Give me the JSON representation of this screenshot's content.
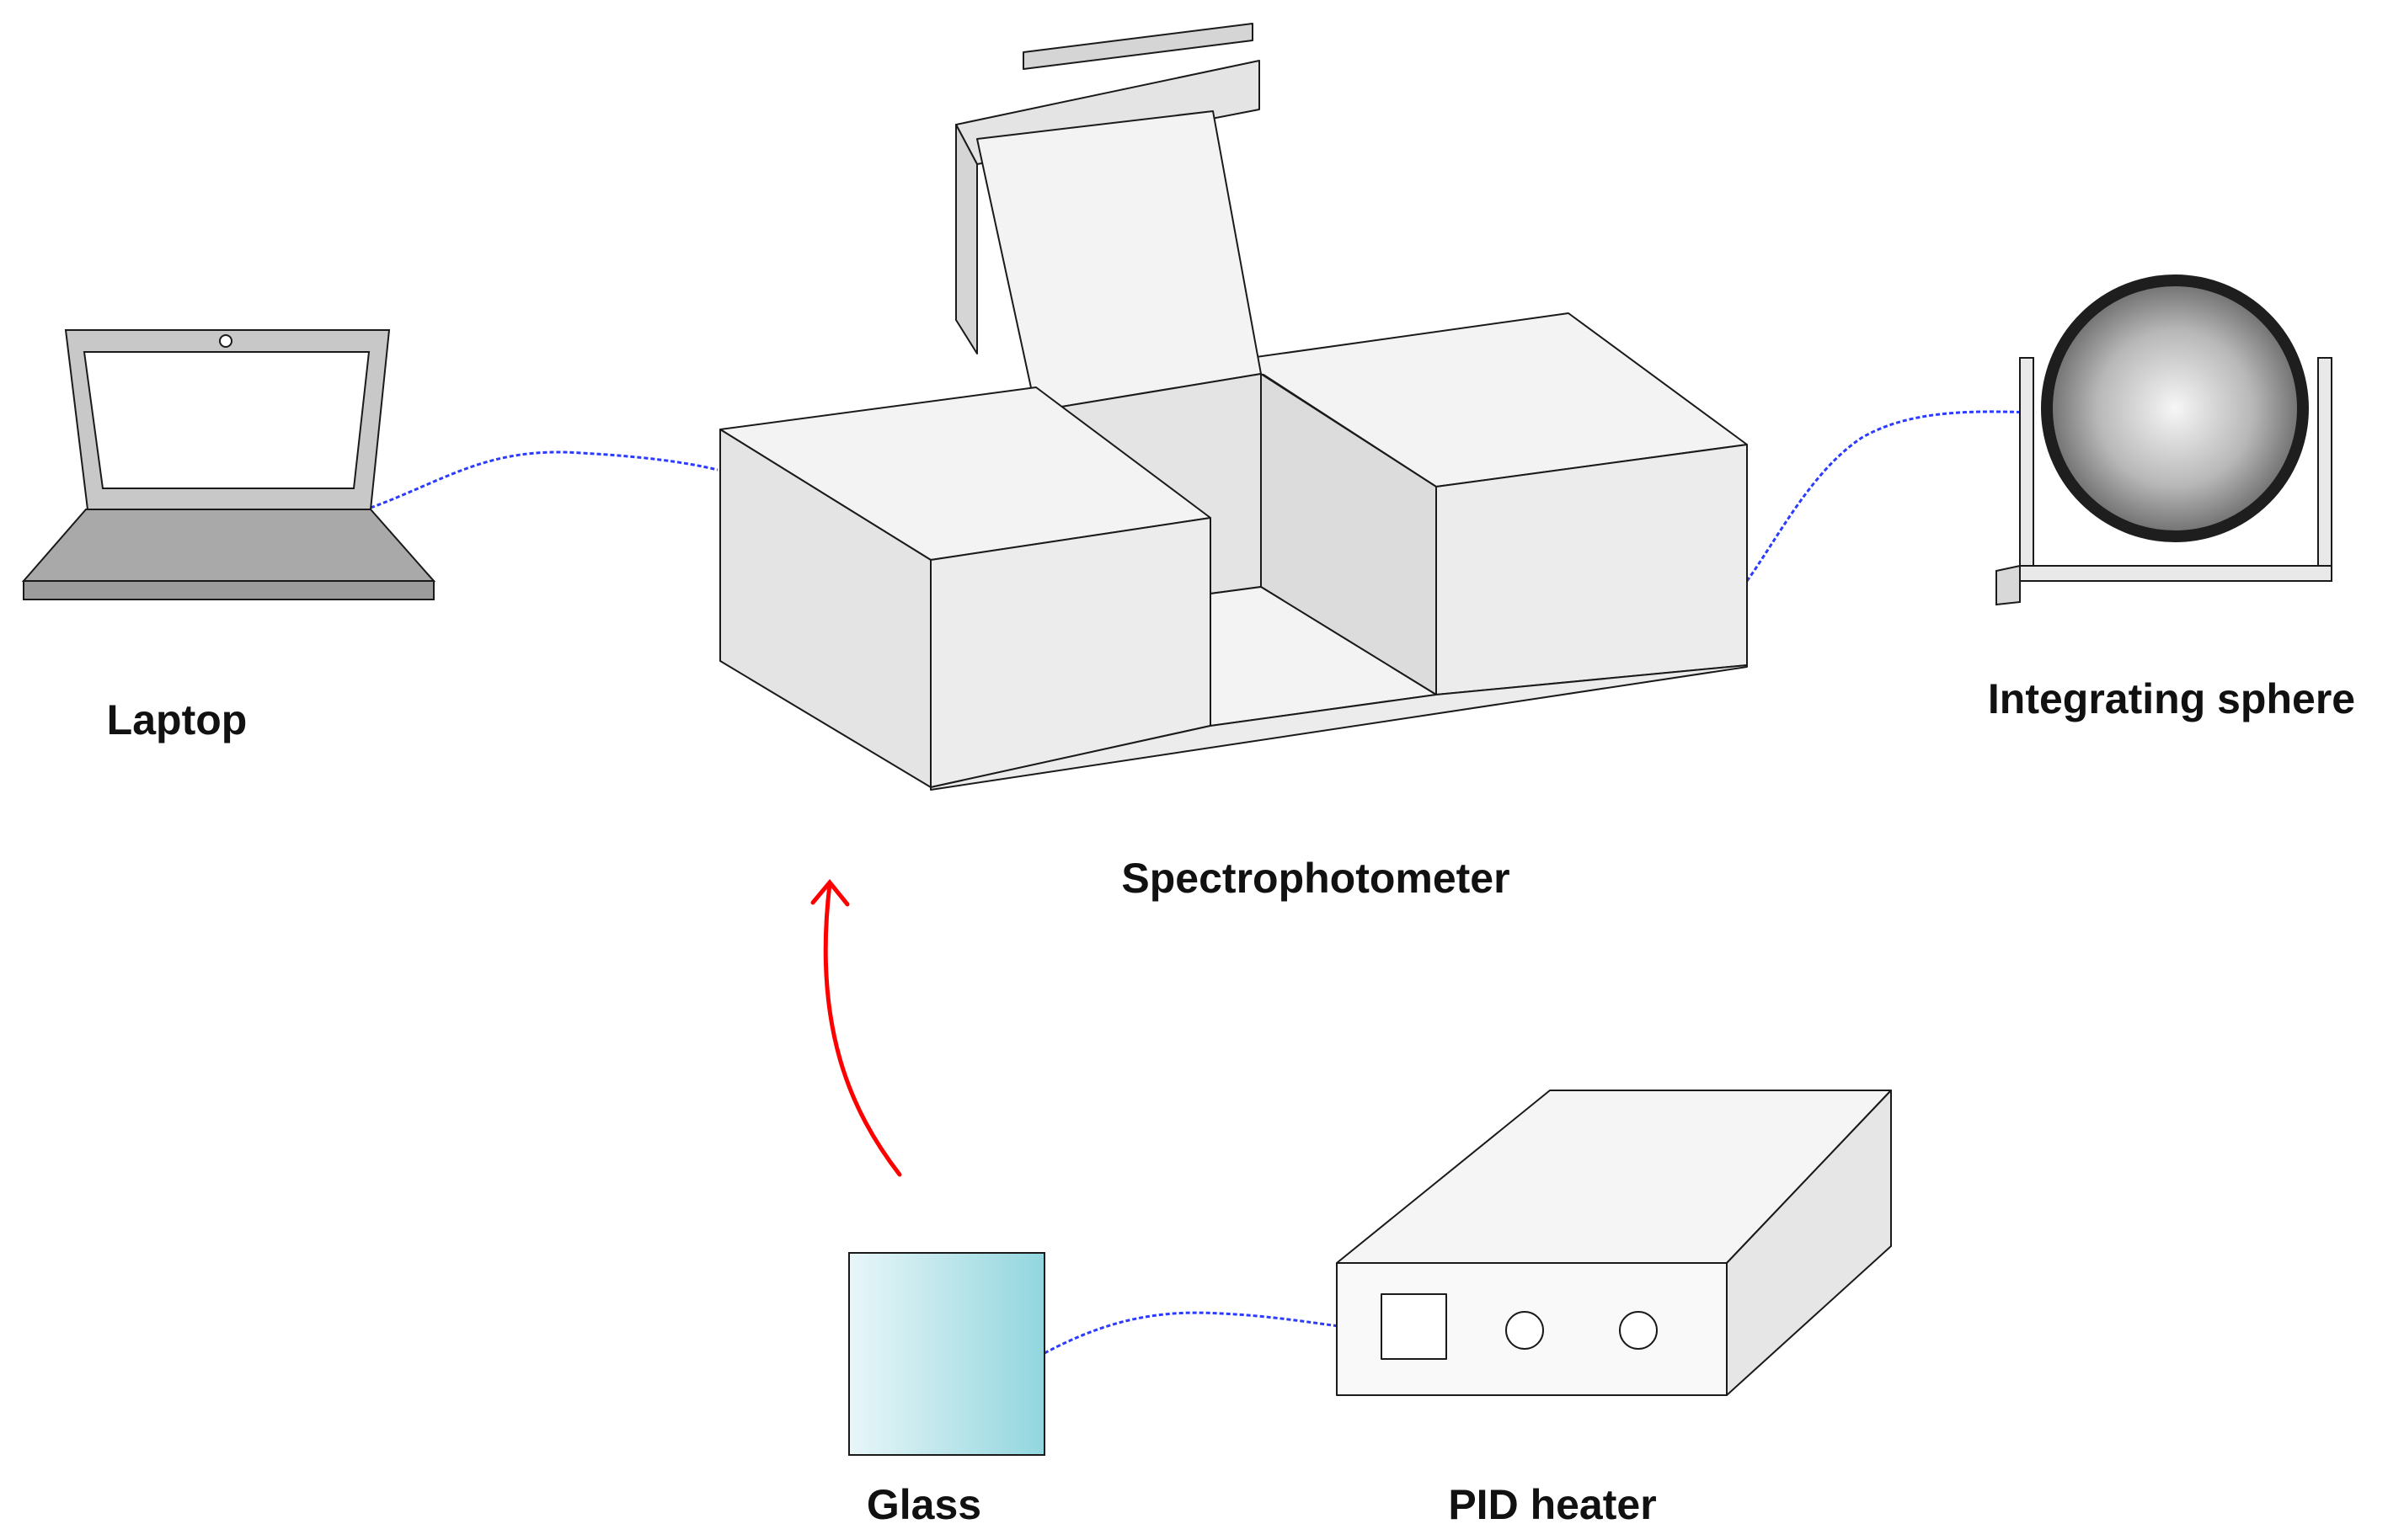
{
  "labels": {
    "laptop": "Laptop",
    "spectrophotometer": "Spectrophotometer",
    "integrating_sphere": "Integrating sphere",
    "glass": "Glass",
    "pid_heater": "PID heater"
  },
  "colors": {
    "cable": "#2b3bff",
    "arrow": "#ff0000",
    "outline": "#1a1a1a",
    "box_light": "#f3f3f3",
    "box_mid": "#e4e4e4",
    "box_dark": "#d5d5d5",
    "laptop_frame": "#c8c8c8",
    "laptop_base": "#a9a9a9",
    "glass_left": "#e8f6f8",
    "glass_right": "#92d6de",
    "sphere_ring": "#1e1e1e"
  },
  "icons": {
    "laptop": "laptop-icon",
    "spectrophotometer": "spectrophotometer-icon",
    "integrating_sphere": "integrating-sphere-icon",
    "glass": "glass-sample-icon",
    "pid_heater": "pid-heater-icon",
    "transfer_arrow": "curved-arrow-icon"
  }
}
